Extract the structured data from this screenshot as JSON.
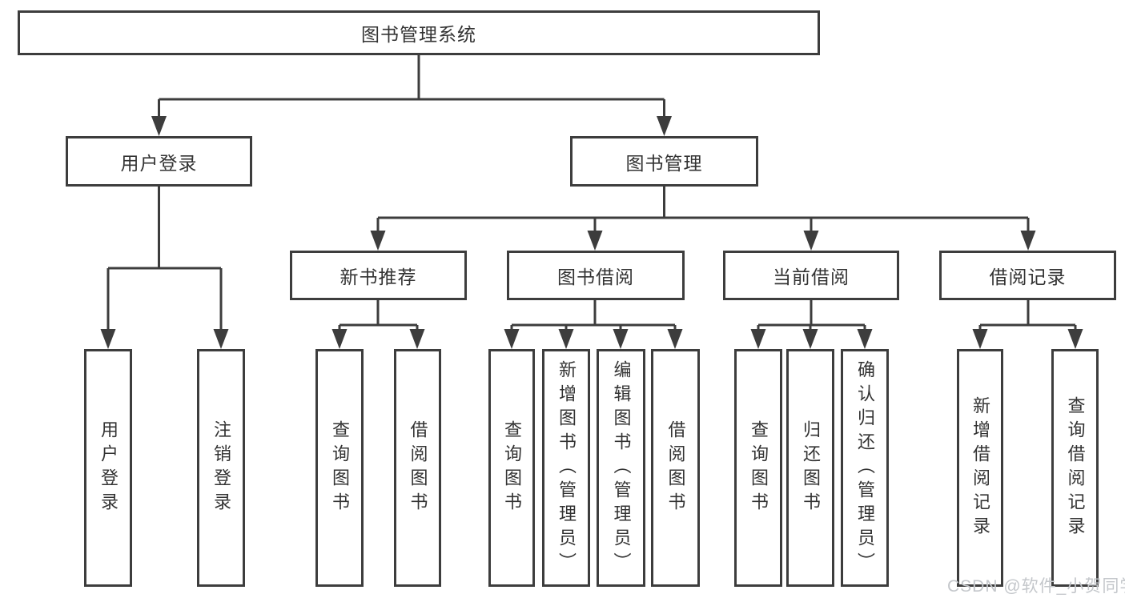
{
  "diagram": {
    "watermark": "CSDN @软件_小贺同学",
    "colors": {
      "line": "#3d3d3d",
      "text": "#333333",
      "watermark": "#c4c7cb",
      "background": "#ffffff"
    }
  },
  "nodes": {
    "root": {
      "label": "图书管理系统"
    },
    "user_login": {
      "label": "用户登录"
    },
    "book_mgmt": {
      "label": "图书管理"
    },
    "new_book_rec": {
      "label": "新书推荐"
    },
    "book_borrow": {
      "label": "图书借阅"
    },
    "current_borrow": {
      "label": "当前借阅"
    },
    "borrow_records": {
      "label": "借阅记录"
    },
    "login": {
      "label": "用户登录"
    },
    "logout": {
      "label": "注销登录"
    },
    "rec_query_book": {
      "label": "查询图书"
    },
    "rec_borrow_book": {
      "label": "借阅图书"
    },
    "bb_query_book": {
      "label": "查询图书"
    },
    "bb_add_book": {
      "label": "新增图书（管理员）"
    },
    "bb_edit_book": {
      "label": "编辑图书（管理员）"
    },
    "bb_borrow_book": {
      "label": "借阅图书"
    },
    "cb_query_book": {
      "label": "查询图书"
    },
    "cb_return_book": {
      "label": "归还图书"
    },
    "cb_confirm_return": {
      "label": "确认归还（管理员）"
    },
    "br_add_record": {
      "label": "新增借阅记录"
    },
    "br_query_record": {
      "label": "查询借阅记录"
    }
  }
}
